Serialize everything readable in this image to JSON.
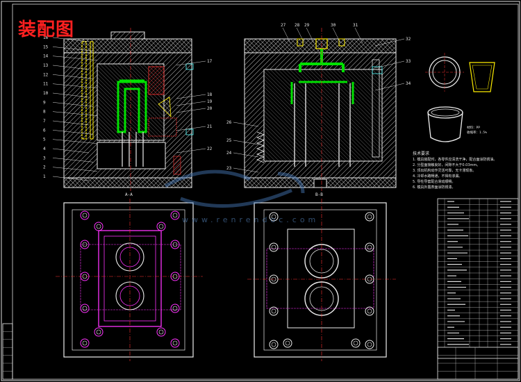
{
  "title": "装配图",
  "watermark": "www.renrendoc.com",
  "colors": {
    "background": "#000000",
    "title": "#ff2020",
    "hatch": "#e6e6e6",
    "core": "#00d800",
    "ejector": "#ffee00",
    "holes": "#ff33ff",
    "cyan": "#55ffff"
  },
  "section_left_labels": [
    "16",
    "15",
    "14",
    "13",
    "12",
    "11",
    "10",
    "9",
    "8",
    "7",
    "6",
    "5",
    "4",
    "3",
    "2",
    "1"
  ],
  "section_left_right_labels": [
    "17",
    "18",
    "19",
    "20",
    "21",
    "22"
  ],
  "section_right_top_labels": [
    "27",
    "28",
    "29",
    "30",
    "31"
  ],
  "section_right_side_labels": [
    "32",
    "33",
    "34"
  ],
  "section_right_left_labels": [
    "26",
    "25",
    "24",
    "23"
  ],
  "section_captions": [
    "A-A",
    "B-B"
  ],
  "notes": {
    "heading": "技术要求",
    "lines": [
      "1. 模具装配时，各零件应清洗干净，配合面涂防锈油。",
      "2. 分型面接触良好，间隙不大于0.03mm。",
      "3. 顶出机构动作灵活可靠，无卡滞现象。",
      "4. 冷却水路畅通，不得有渗漏。",
      "5. 导柱导套配合滑动顺畅。",
      "6. 模具外露表面涂防锈漆。"
    ]
  },
  "product_note": [
    "材料：PP",
    "收缩率：1.5%"
  ],
  "bom_rows": 26,
  "title_block_rows": 4
}
